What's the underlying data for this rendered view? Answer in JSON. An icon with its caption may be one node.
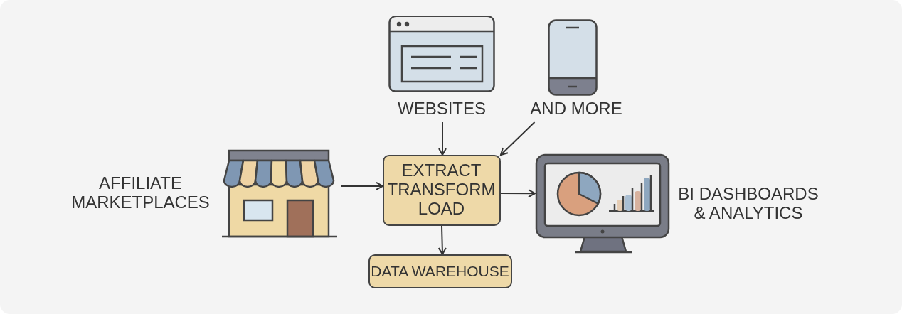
{
  "diagram": {
    "nodes": [
      {
        "text": [
          "WEBSITES"
        ]
      },
      {
        "text": [
          "AND MORE"
        ]
      },
      {
        "text": [
          "AFFILIATE MARKETPLACES"
        ]
      },
      {
        "text": [
          "EXTRACT TRANSFORM LOAD"
        ]
      },
      {
        "text": [
          "BI DASHBOARDS & ANALYTICS"
        ]
      },
      {
        "text": [
          "DATA WAREHOUSE"
        ]
      }
    ],
    "edges": [
      {
        "from": 0,
        "to": 3,
        "arrow": "to"
      },
      {
        "from": 1,
        "to": 3,
        "arrow": "to"
      },
      {
        "from": 2,
        "to": 3,
        "arrow": "to"
      },
      {
        "from": 3,
        "to": 4,
        "arrow": "to"
      },
      {
        "from": 3,
        "to": 5,
        "arrow": "to"
      }
    ]
  }
}
